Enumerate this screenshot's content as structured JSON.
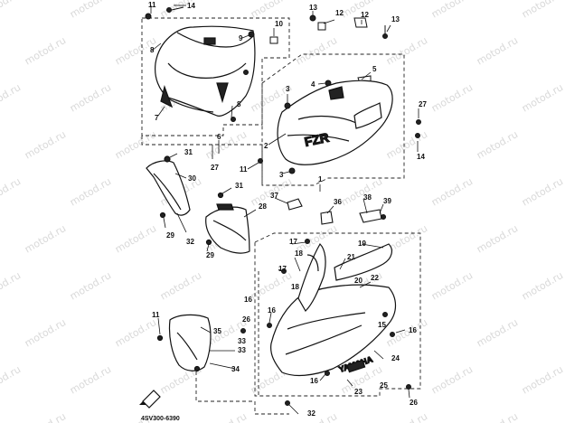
{
  "watermark": {
    "text": "motod.ru"
  },
  "diagram": {
    "code": "4SV300-6390",
    "badge_text": "YAMAHA",
    "callouts": [
      {
        "n": "11"
      },
      {
        "n": "14"
      },
      {
        "n": "9"
      },
      {
        "n": "10"
      },
      {
        "n": "8"
      },
      {
        "n": "7"
      },
      {
        "n": "8"
      },
      {
        "n": "6"
      },
      {
        "n": "13"
      },
      {
        "n": "12"
      },
      {
        "n": "12"
      },
      {
        "n": "13"
      },
      {
        "n": "5"
      },
      {
        "n": "4"
      },
      {
        "n": "3"
      },
      {
        "n": "27"
      },
      {
        "n": "2"
      },
      {
        "n": "1"
      },
      {
        "n": "11"
      },
      {
        "n": "14"
      },
      {
        "n": "31"
      },
      {
        "n": "27"
      },
      {
        "n": "3"
      },
      {
        "n": "30"
      },
      {
        "n": "31"
      },
      {
        "n": "28"
      },
      {
        "n": "29"
      },
      {
        "n": "32"
      },
      {
        "n": "29"
      },
      {
        "n": "37"
      },
      {
        "n": "36"
      },
      {
        "n": "38"
      },
      {
        "n": "39"
      },
      {
        "n": "17"
      },
      {
        "n": "19"
      },
      {
        "n": "18"
      },
      {
        "n": "21"
      },
      {
        "n": "17"
      },
      {
        "n": "22"
      },
      {
        "n": "18"
      },
      {
        "n": "20"
      },
      {
        "n": "16"
      },
      {
        "n": "26"
      },
      {
        "n": "16"
      },
      {
        "n": "11"
      },
      {
        "n": "35"
      },
      {
        "n": "33"
      },
      {
        "n": "33"
      },
      {
        "n": "34"
      },
      {
        "n": "15"
      },
      {
        "n": "24"
      },
      {
        "n": "16"
      },
      {
        "n": "23"
      },
      {
        "n": "25"
      },
      {
        "n": "26"
      },
      {
        "n": "32"
      },
      {
        "n": "16"
      }
    ]
  }
}
